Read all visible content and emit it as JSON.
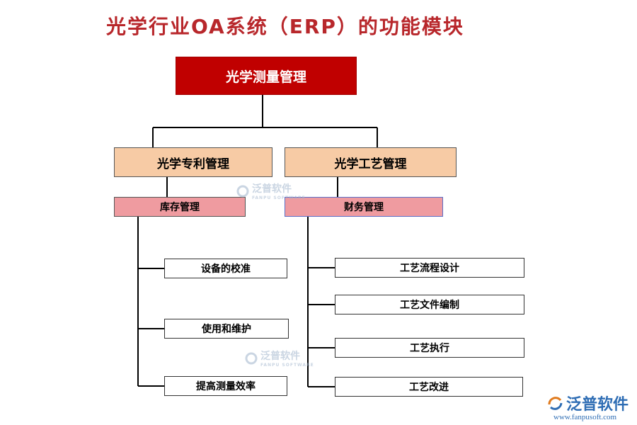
{
  "title": "光学行业OA系统（ERP）的功能模块",
  "root": {
    "label": "光学测量管理"
  },
  "level2": [
    {
      "label": "光学专利管理"
    },
    {
      "label": "光学工艺管理"
    }
  ],
  "level3": [
    {
      "label": "库存管理"
    },
    {
      "label": "财务管理"
    }
  ],
  "left_leaves": [
    {
      "label": "设备的校准"
    },
    {
      "label": "使用和维护"
    },
    {
      "label": "提高测量效率"
    }
  ],
  "right_leaves": [
    {
      "label": "工艺流程设计"
    },
    {
      "label": "工艺文件编制"
    },
    {
      "label": "工艺执行"
    },
    {
      "label": "工艺改进"
    }
  ],
  "watermark": {
    "text": "泛普软件",
    "sub": "FANPU SOFTWARE"
  },
  "brand": {
    "name": "泛普软件",
    "url": "www.fanpusoft.com"
  },
  "colors": {
    "title": "#b8272b",
    "root": "#c00000",
    "level2": "#f7cba5",
    "level3": "#ef9ba0",
    "brand": "#2e6db4"
  }
}
